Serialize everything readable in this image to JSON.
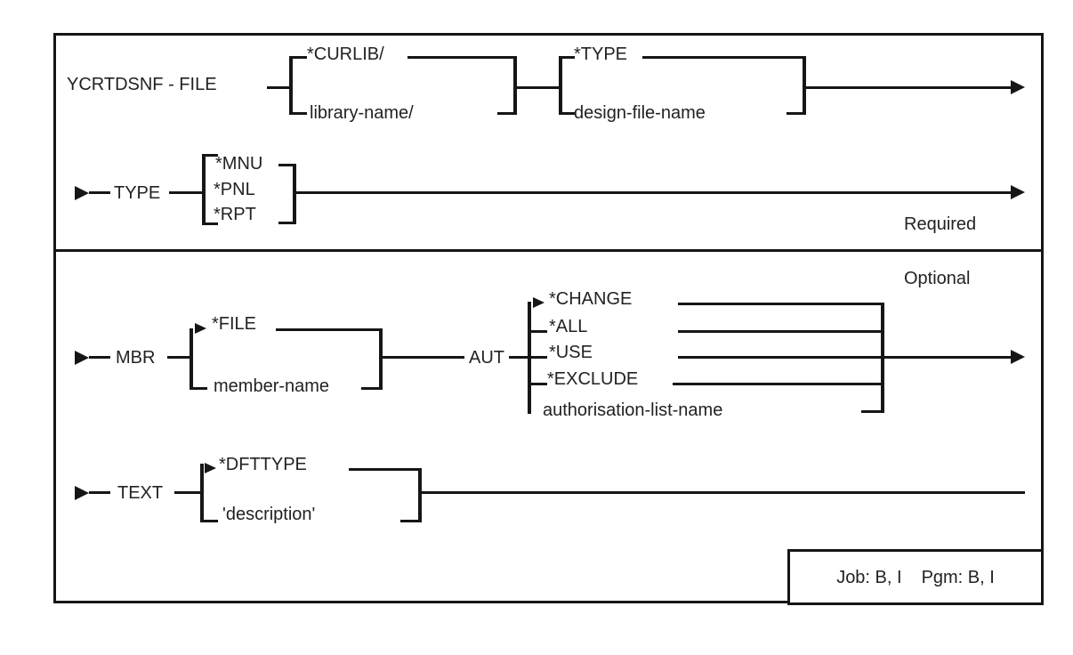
{
  "diagram": {
    "command": "YCRTDSNF - FILE",
    "required_label": "Required",
    "optional_label": "Optional",
    "file_param": {
      "library_default": "*CURLIB/",
      "library_option": "library-name/",
      "file_default": "*TYPE",
      "file_option": "design-file-name"
    },
    "type_param": {
      "keyword": "TYPE",
      "options": [
        "*MNU",
        "*PNL",
        "*RPT"
      ]
    },
    "mbr_param": {
      "keyword": "MBR",
      "default": "*FILE",
      "option": "member-name"
    },
    "aut_param": {
      "keyword": "AUT",
      "options": [
        "*CHANGE",
        "*ALL",
        "*USE",
        "*EXCLUDE",
        "authorisation-list-name"
      ]
    },
    "text_param": {
      "keyword": "TEXT",
      "default": "*DFTTYPE",
      "option": "'description'"
    },
    "footer": {
      "job": "Job: B, I",
      "pgm": "Pgm: B, I"
    }
  }
}
